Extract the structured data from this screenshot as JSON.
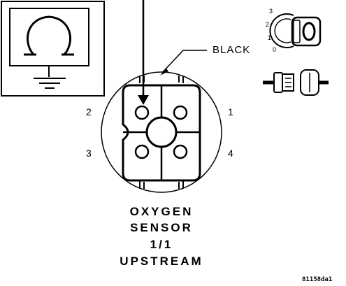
{
  "wire_label": "BLACK",
  "pins": {
    "p1": "1",
    "p2": "2",
    "p3": "3",
    "p4": "4"
  },
  "title_lines": [
    "OXYGEN",
    "SENSOR",
    "1/1",
    "UPSTREAM"
  ],
  "ignition_positions": [
    "3",
    "2",
    "1",
    "0"
  ],
  "figure_code": "81158da1",
  "icons": {
    "meter": "ohmmeter-icon",
    "ignition": "ignition-key-off-icon",
    "connector": "disconnected-connector-icon"
  }
}
